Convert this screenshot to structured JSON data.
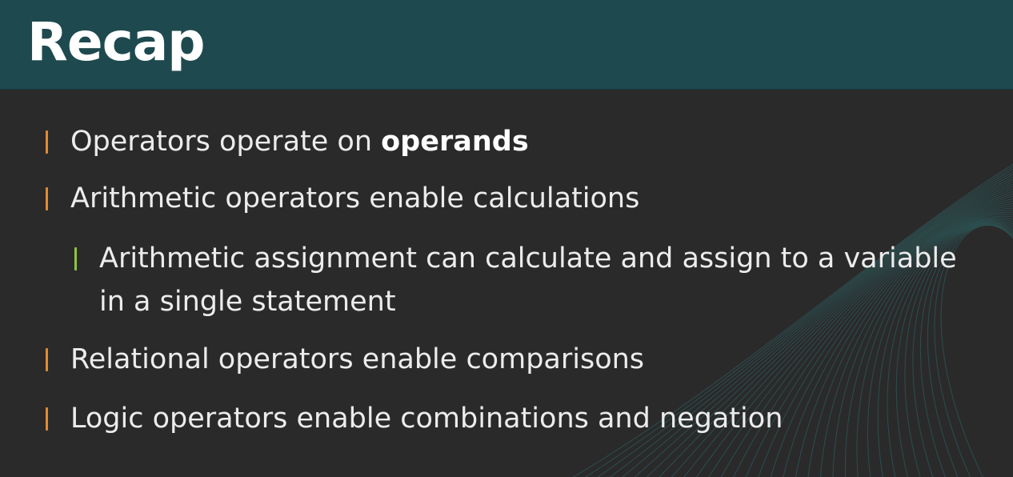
{
  "slide": {
    "title": "Recap",
    "bullets": [
      {
        "level": 1,
        "text": "Operators operate on ",
        "bold": "operands"
      },
      {
        "level": 1,
        "text": "Arithmetic operators enable calculations"
      },
      {
        "level": 2,
        "line1": "Arithmetic assignment can calculate and assign to a variable",
        "line2": "in a single statement"
      },
      {
        "level": 1,
        "text": "Relational operators enable comparisons"
      },
      {
        "level": 1,
        "text": "Logic operators enable combinations and negation"
      }
    ]
  },
  "colors": {
    "header_background": "#1e4a4f",
    "slide_background": "#2a2a2b",
    "text": "#ececec",
    "level1_marker": "#e38a2e",
    "level2_marker": "#8fc63f",
    "decorative_lines": "#2f6b6b"
  }
}
